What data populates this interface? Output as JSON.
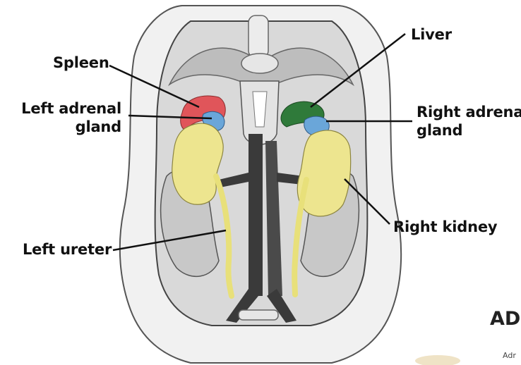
{
  "labels": {
    "spleen": "Spleen",
    "left_adrenal_line1": "Left adrenal",
    "left_adrenal_line2": "gland",
    "left_ureter": "Left ureter",
    "liver": "Liver",
    "right_adrenal_line1": "Right adrenal",
    "right_adrenal_line2": "gland",
    "right_kidney": "Right kidney"
  },
  "clipped_text": {
    "heading": "AD",
    "caption": "Adr"
  },
  "colors": {
    "spleen": "#e0555a",
    "adrenal": "#6aa6d9",
    "liver": "#2f7a3a",
    "kidney": "#ede58f",
    "ureter": "#e8e07a",
    "vessels": "#3a3a3a",
    "body_outline": "#555555"
  }
}
